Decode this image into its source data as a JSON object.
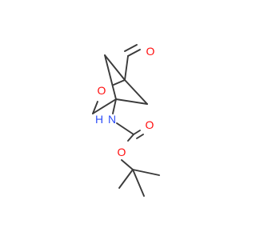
{
  "molecule": {
    "atoms": {
      "aldehyde_oxygen": {
        "symbol": "O",
        "color": "#ff0d0d"
      },
      "ring_oxygen": {
        "symbol": "O",
        "color": "#ff0d0d"
      },
      "amine_nitrogen": {
        "symbol": "N",
        "color": "#3050f8"
      },
      "amine_hydrogen": {
        "symbol": "H",
        "color": "#3050f8"
      },
      "carbonyl_oxygen": {
        "symbol": "O",
        "color": "#ff0d0d"
      },
      "ester_oxygen": {
        "symbol": "O",
        "color": "#ff0d0d"
      }
    },
    "bond_color": "#3a3a3a"
  }
}
